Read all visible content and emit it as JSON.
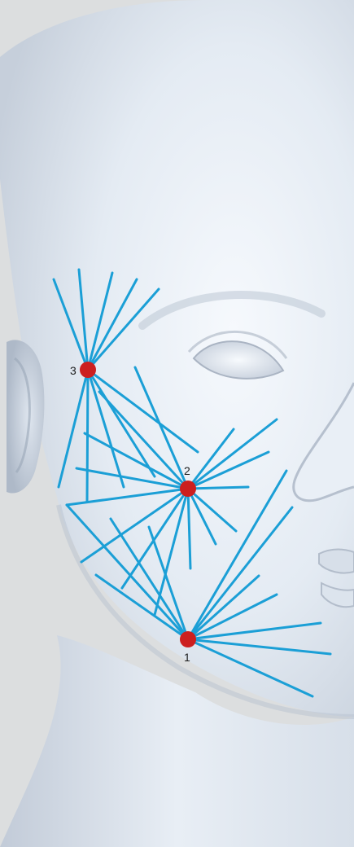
{
  "colors": {
    "background": "#dcdedf",
    "skin_light": "#eef3f9",
    "skin_mid": "#d5dde8",
    "skin_shadow": "#b2bccb",
    "vector_line": "#1b9fd6",
    "injection_point": "#cc1f1f",
    "label_text": "#1b1b1b"
  },
  "diagram": {
    "subject": "face-model-right-cheek",
    "points": [
      {
        "id": "point-1",
        "label": "1"
      },
      {
        "id": "point-2",
        "label": "2"
      },
      {
        "id": "point-3",
        "label": "3"
      }
    ]
  }
}
